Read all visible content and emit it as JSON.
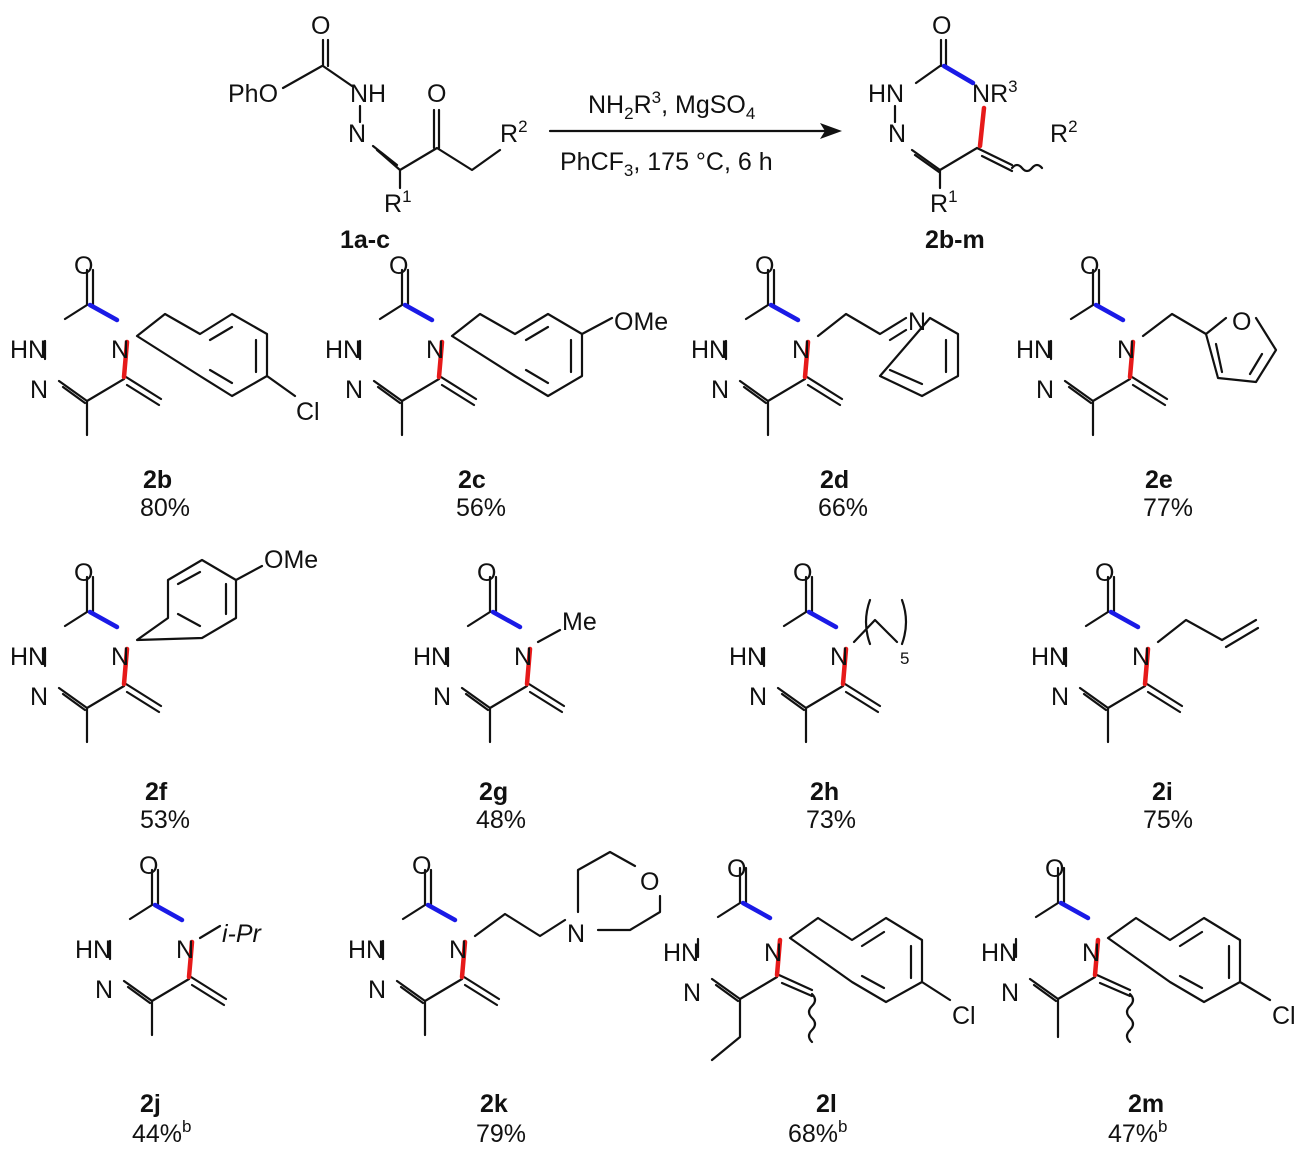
{
  "reaction": {
    "reactant": {
      "atoms": [
        "PhO",
        "O",
        "NH",
        "N",
        "O",
        "R",
        "1",
        "R",
        "2"
      ],
      "label": "1a-c"
    },
    "product": {
      "atoms": [
        "O",
        "HN",
        "N",
        "N",
        "R",
        "3",
        "R",
        "2",
        "R",
        "1"
      ],
      "label": "2b-m"
    },
    "conditions": {
      "reagents": [
        "NH",
        "2",
        "R",
        "3",
        ", MgSO",
        "4"
      ],
      "solvent_temp_time": [
        "PhCF",
        "3",
        ", 175 °C, 6 h"
      ]
    }
  },
  "compounds": [
    {
      "id": "2b",
      "yield": "80%",
      "footnote": "",
      "substituents": [
        "Cl"
      ]
    },
    {
      "id": "2c",
      "yield": "56%",
      "footnote": "",
      "substituents": [
        "OMe"
      ]
    },
    {
      "id": "2d",
      "yield": "66%",
      "footnote": "",
      "substituents": [
        "N"
      ]
    },
    {
      "id": "2e",
      "yield": "77%",
      "footnote": "",
      "substituents": [
        "O"
      ]
    },
    {
      "id": "2f",
      "yield": "53%",
      "footnote": "",
      "substituents": [
        "OMe"
      ]
    },
    {
      "id": "2g",
      "yield": "48%",
      "footnote": "",
      "substituents": [
        "Me"
      ]
    },
    {
      "id": "2h",
      "yield": "73%",
      "footnote": "",
      "substituents": [
        "5"
      ]
    },
    {
      "id": "2i",
      "yield": "75%",
      "footnote": "",
      "substituents": []
    },
    {
      "id": "2j",
      "yield": "44%",
      "footnote": "b",
      "substituents": [
        "i-Pr"
      ]
    },
    {
      "id": "2k",
      "yield": "79%",
      "footnote": "",
      "substituents": [
        "N",
        "O"
      ]
    },
    {
      "id": "2l",
      "yield": "68%",
      "footnote": "b",
      "substituents": [
        "Cl"
      ]
    },
    {
      "id": "2m",
      "yield": "47%",
      "footnote": "b",
      "substituents": [
        "Cl"
      ]
    }
  ],
  "ring_atoms": {
    "o": "O",
    "hn": "HN",
    "n": "N",
    "n4": "N"
  },
  "colors": {
    "new_co_bond": "#1a1ae6",
    "new_cn_bond": "#e61a1a",
    "ink": "#111111"
  }
}
